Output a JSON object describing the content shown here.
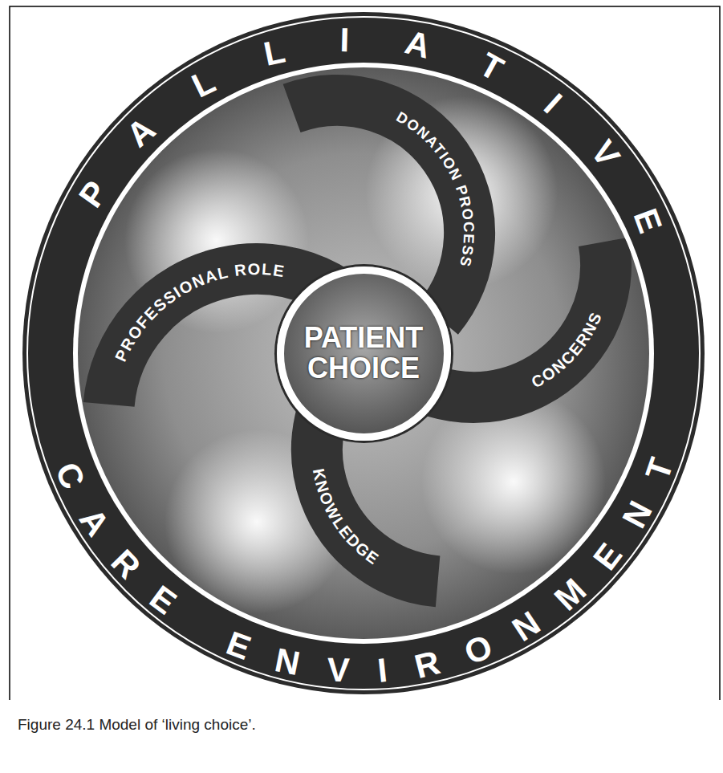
{
  "diagram": {
    "caption": "Figure 24.1 Model of ‘living choice’.",
    "nodes": [
      {
        "text": [
          "PALLIATIVE",
          "CARE ENVIRONMENT"
        ]
      },
      {
        "text": [
          "PATIENT CHOICE"
        ],
        "in": 0
      },
      {
        "text": [
          "DONATION PROCESS"
        ],
        "in": 0
      },
      {
        "text": [
          "CONCERNS"
        ],
        "in": 0
      },
      {
        "text": [
          "KNOWLEDGE"
        ],
        "in": 0
      },
      {
        "text": [
          "PROFESSIONAL ROLE"
        ],
        "in": 0
      }
    ]
  }
}
